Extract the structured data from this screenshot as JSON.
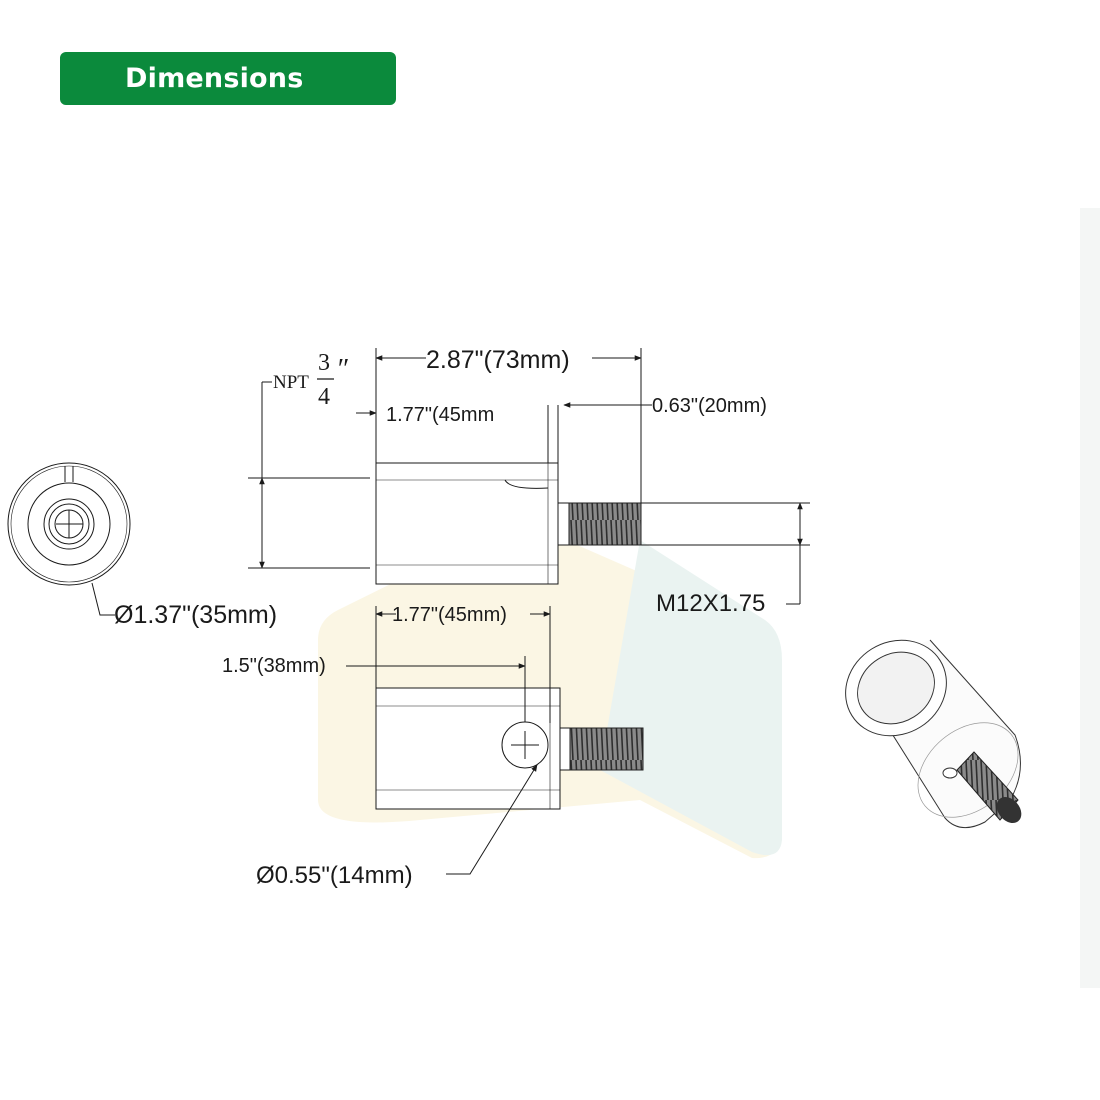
{
  "header": {
    "title": "Dimensions"
  },
  "dimensions": {
    "overall_length": "2.87\"(73mm)",
    "npt_prefix": "NPT",
    "npt_numerator": "3",
    "npt_denominator": "4",
    "npt_unit": "″",
    "body_length_top": "1.77\"(45mm",
    "thread_length": "0.63\"(20mm)",
    "outer_diameter": "Ø1.37\"(35mm)",
    "thread_spec": "M12X1.75",
    "body_length_bottom": "1.77\"(45mm)",
    "hole_position": "1.5\"(38mm)",
    "hole_diameter": "Ø0.55\"(14mm)"
  },
  "colors": {
    "badge_green": "#0b8a3c",
    "line": "#1a1a1a",
    "thread": "#4a4a4a",
    "watermark_yellow": "#fbf6e4",
    "watermark_teal": "#eaf3f1"
  }
}
